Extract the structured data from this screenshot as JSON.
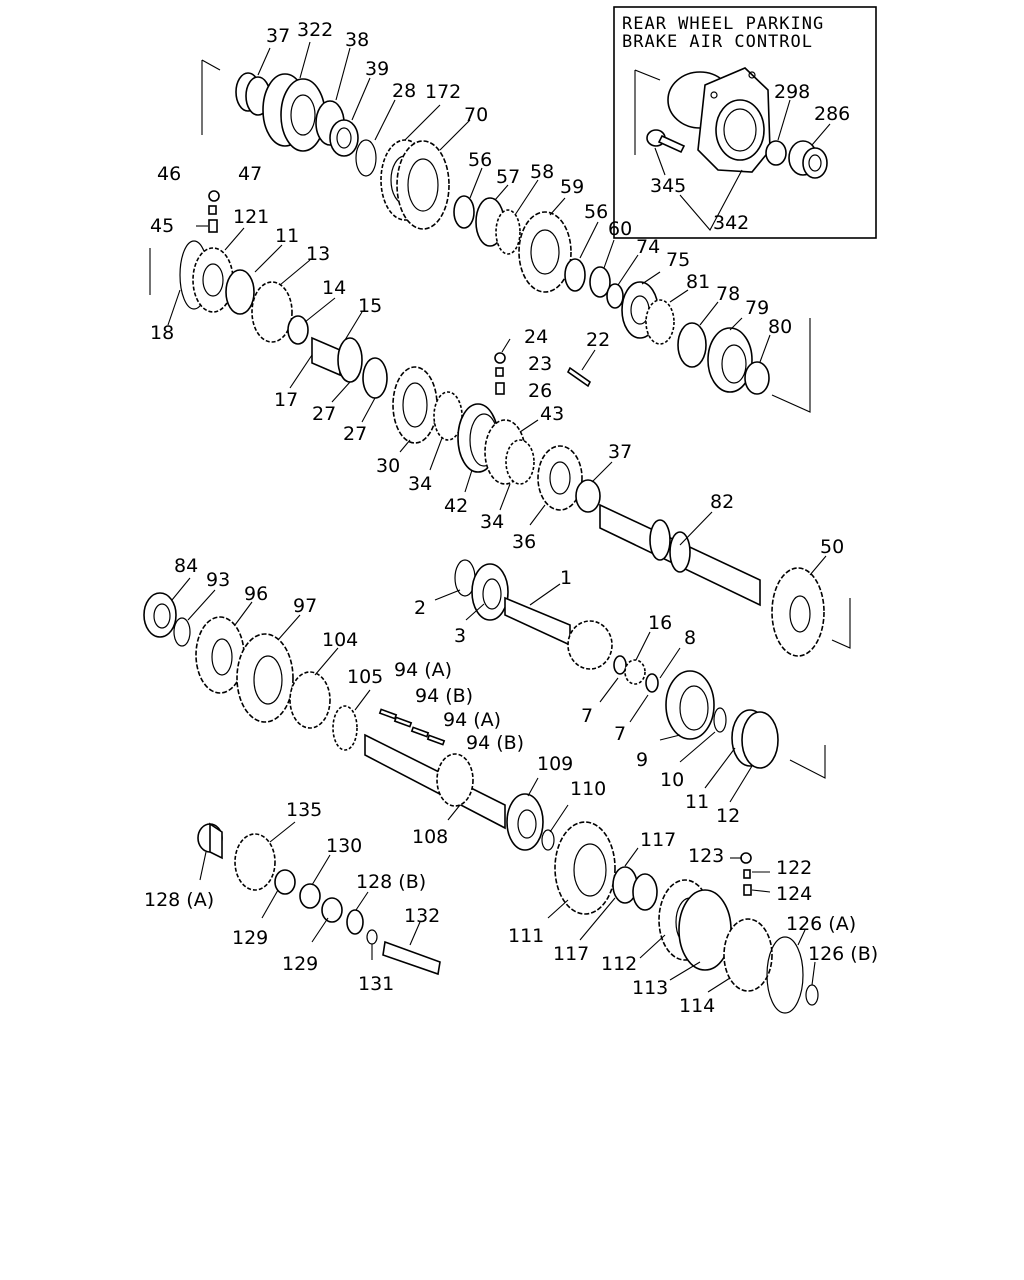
{
  "inset": {
    "title_line1": "REAR WHEEL PARKING",
    "title_line2": "BRAKE AIR CONTROL"
  },
  "labels": [
    {
      "id": "l37a",
      "text": "37"
    },
    {
      "id": "l322",
      "text": "322"
    },
    {
      "id": "l38",
      "text": "38"
    },
    {
      "id": "l39",
      "text": "39"
    },
    {
      "id": "l28",
      "text": "28"
    },
    {
      "id": "l172",
      "text": "172"
    },
    {
      "id": "l70",
      "text": "70"
    },
    {
      "id": "l46",
      "text": "46"
    },
    {
      "id": "l47",
      "text": "47"
    },
    {
      "id": "l45",
      "text": "45"
    },
    {
      "id": "l121",
      "text": "121"
    },
    {
      "id": "l11a",
      "text": "11"
    },
    {
      "id": "l13",
      "text": "13"
    },
    {
      "id": "l56a",
      "text": "56"
    },
    {
      "id": "l57",
      "text": "57"
    },
    {
      "id": "l58",
      "text": "58"
    },
    {
      "id": "l59",
      "text": "59"
    },
    {
      "id": "l56b",
      "text": "56"
    },
    {
      "id": "l60",
      "text": "60"
    },
    {
      "id": "l74",
      "text": "74"
    },
    {
      "id": "l75",
      "text": "75"
    },
    {
      "id": "l81",
      "text": "81"
    },
    {
      "id": "l78",
      "text": "78"
    },
    {
      "id": "l79",
      "text": "79"
    },
    {
      "id": "l80",
      "text": "80"
    },
    {
      "id": "l18",
      "text": "18"
    },
    {
      "id": "l14",
      "text": "14"
    },
    {
      "id": "l15",
      "text": "15"
    },
    {
      "id": "l17",
      "text": "17"
    },
    {
      "id": "l27a",
      "text": "27"
    },
    {
      "id": "l27b",
      "text": "27"
    },
    {
      "id": "l24",
      "text": "24"
    },
    {
      "id": "l23",
      "text": "23"
    },
    {
      "id": "l22",
      "text": "22"
    },
    {
      "id": "l26",
      "text": "26"
    },
    {
      "id": "l43",
      "text": "43"
    },
    {
      "id": "l30",
      "text": "30"
    },
    {
      "id": "l34a",
      "text": "34"
    },
    {
      "id": "l42",
      "text": "42"
    },
    {
      "id": "l34b",
      "text": "34"
    },
    {
      "id": "l36",
      "text": "36"
    },
    {
      "id": "l37b",
      "text": "37"
    },
    {
      "id": "l82",
      "text": "82"
    },
    {
      "id": "l50",
      "text": "50"
    },
    {
      "id": "l298",
      "text": "298"
    },
    {
      "id": "l286",
      "text": "286"
    },
    {
      "id": "l345",
      "text": "345"
    },
    {
      "id": "l342",
      "text": "342"
    },
    {
      "id": "l84",
      "text": "84"
    },
    {
      "id": "l93",
      "text": "93"
    },
    {
      "id": "l96",
      "text": "96"
    },
    {
      "id": "l97",
      "text": "97"
    },
    {
      "id": "l104",
      "text": "104"
    },
    {
      "id": "l1",
      "text": "1"
    },
    {
      "id": "l2",
      "text": "2"
    },
    {
      "id": "l3",
      "text": "3"
    },
    {
      "id": "l16",
      "text": "16"
    },
    {
      "id": "l8",
      "text": "8"
    },
    {
      "id": "l7a",
      "text": "7"
    },
    {
      "id": "l7b",
      "text": "7"
    },
    {
      "id": "l9",
      "text": "9"
    },
    {
      "id": "l10",
      "text": "10"
    },
    {
      "id": "l11b",
      "text": "11"
    },
    {
      "id": "l12",
      "text": "12"
    },
    {
      "id": "l105",
      "text": "105"
    },
    {
      "id": "l94a",
      "text": "94 (A)"
    },
    {
      "id": "l94b",
      "text": "94 (B)"
    },
    {
      "id": "l94c",
      "text": "94 (A)"
    },
    {
      "id": "l94d",
      "text": "94 (B)"
    },
    {
      "id": "l109",
      "text": "109"
    },
    {
      "id": "l110",
      "text": "110"
    },
    {
      "id": "l108",
      "text": "108"
    },
    {
      "id": "l135",
      "text": "135"
    },
    {
      "id": "l130",
      "text": "130"
    },
    {
      "id": "l128a",
      "text": "128 (A)"
    },
    {
      "id": "l128b",
      "text": "128 (B)"
    },
    {
      "id": "l129a",
      "text": "129"
    },
    {
      "id": "l129b",
      "text": "129"
    },
    {
      "id": "l132",
      "text": "132"
    },
    {
      "id": "l131",
      "text": "131"
    },
    {
      "id": "l117a",
      "text": "117"
    },
    {
      "id": "l117b",
      "text": "117"
    },
    {
      "id": "l111",
      "text": "111"
    },
    {
      "id": "l112",
      "text": "112"
    },
    {
      "id": "l113",
      "text": "113"
    },
    {
      "id": "l114",
      "text": "114"
    },
    {
      "id": "l123",
      "text": "123"
    },
    {
      "id": "l122",
      "text": "122"
    },
    {
      "id": "l124",
      "text": "124"
    },
    {
      "id": "l126a",
      "text": "126 (A)"
    },
    {
      "id": "l126b",
      "text": "126 (B)"
    }
  ]
}
